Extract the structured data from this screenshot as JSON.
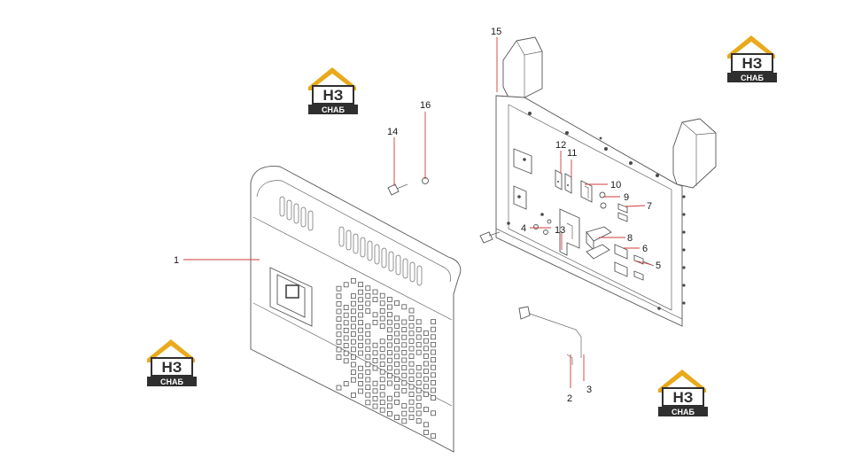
{
  "brand": {
    "logo_mark": "НЗ",
    "logo_word": "СНАБ",
    "colors": {
      "gold": "#e9a91b",
      "dark": "#2f2f2f",
      "white": "#ffffff"
    },
    "icon": "hz-snab-logo-icon"
  },
  "callouts": [
    {
      "id": "c1",
      "label": "1"
    },
    {
      "id": "c2",
      "label": "2"
    },
    {
      "id": "c3",
      "label": "3"
    },
    {
      "id": "c4",
      "label": "4"
    },
    {
      "id": "c5",
      "label": "5"
    },
    {
      "id": "c6",
      "label": "6"
    },
    {
      "id": "c7",
      "label": "7"
    },
    {
      "id": "c8",
      "label": "8"
    },
    {
      "id": "c9",
      "label": "9"
    },
    {
      "id": "c10",
      "label": "10"
    },
    {
      "id": "c11",
      "label": "11"
    },
    {
      "id": "c12",
      "label": "12"
    },
    {
      "id": "c13",
      "label": "13"
    },
    {
      "id": "c14",
      "label": "14"
    },
    {
      "id": "c15",
      "label": "15"
    },
    {
      "id": "c16",
      "label": "16"
    }
  ],
  "colors": {
    "leader": "#d23a3a",
    "line": "#555555"
  }
}
